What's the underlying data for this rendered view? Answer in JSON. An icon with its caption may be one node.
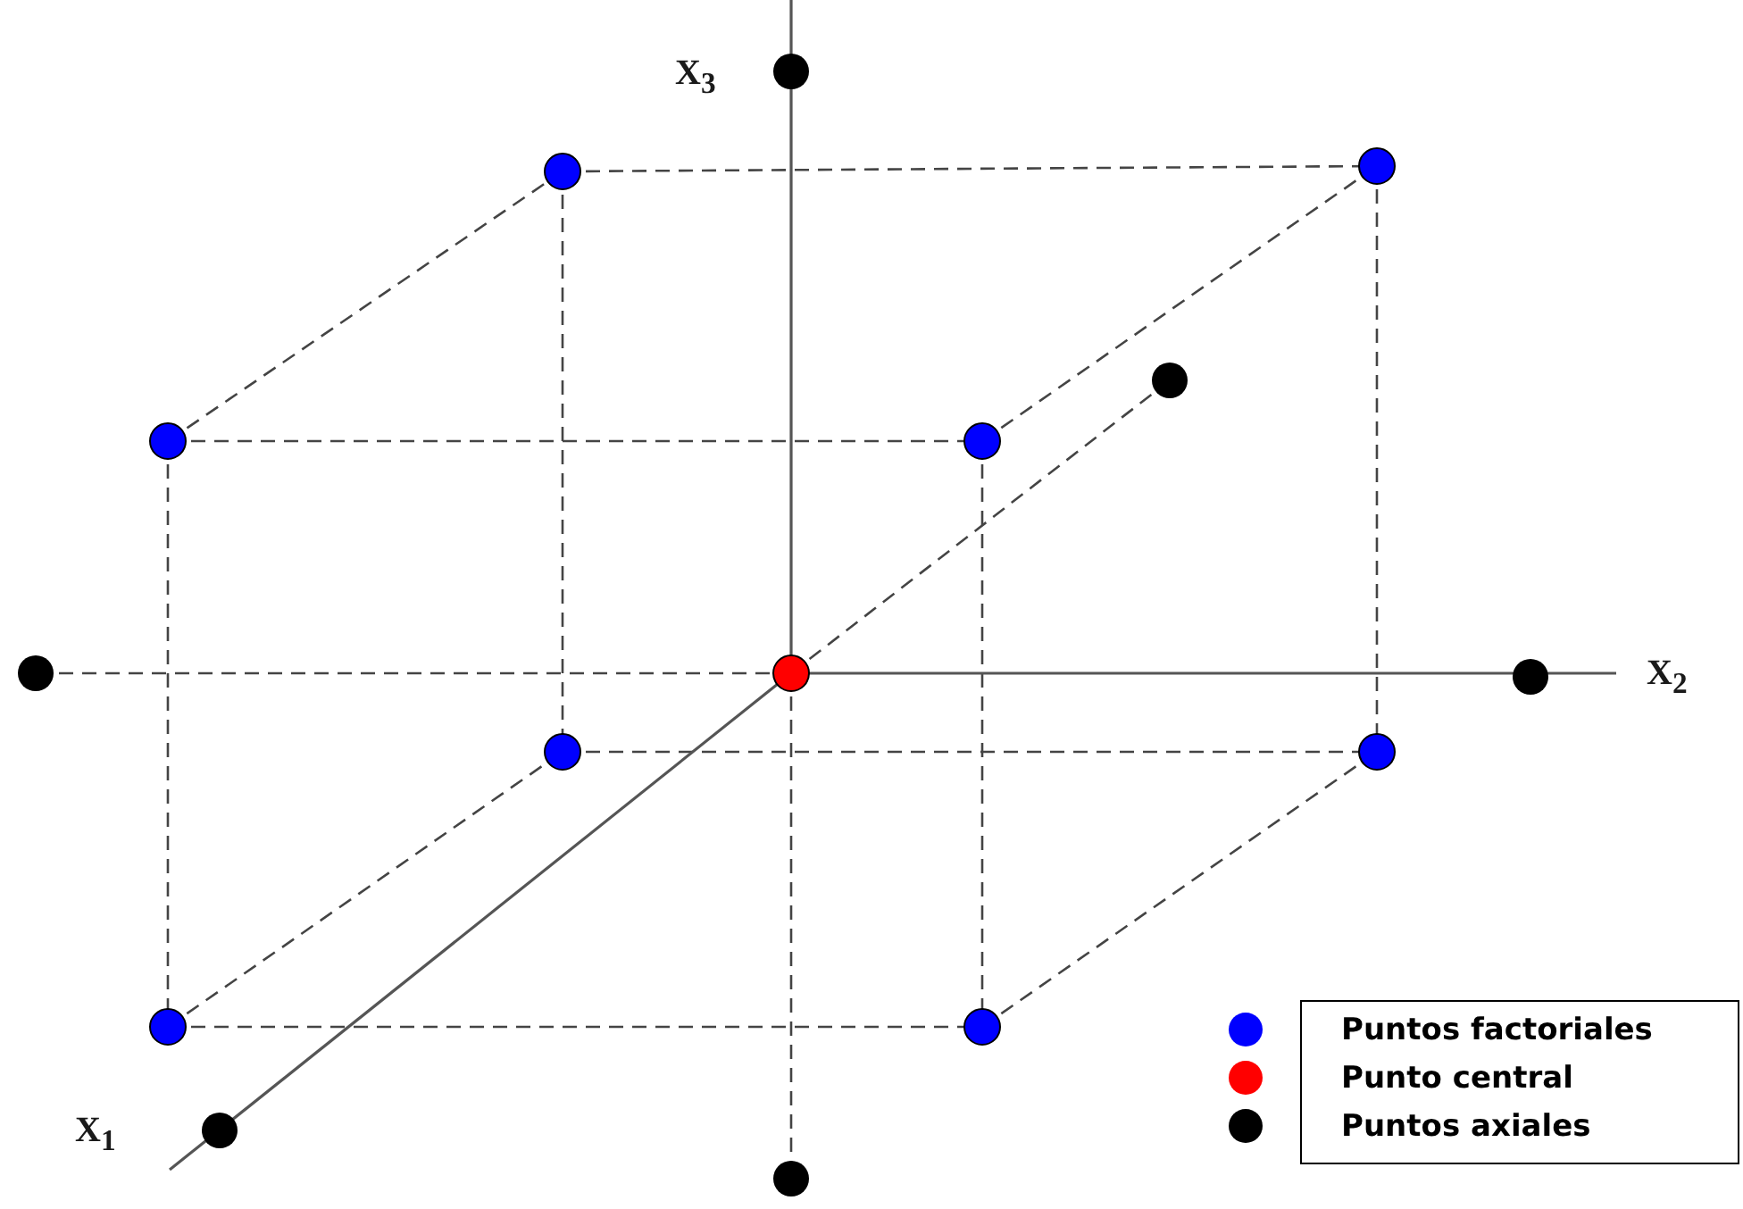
{
  "diagram": {
    "labels": [
      "X$_{3}$",
      "X$_{2}$",
      "X$_{1}$"
    ],
    "legend": [
      {
        "text": "Puntos factoriales",
        "color": "#0000ff"
      },
      {
        "text": "Punto central",
        "color": "#ff0000"
      },
      {
        "text": "Puntos axiales",
        "color": "#000000"
      }
    ]
  }
}
